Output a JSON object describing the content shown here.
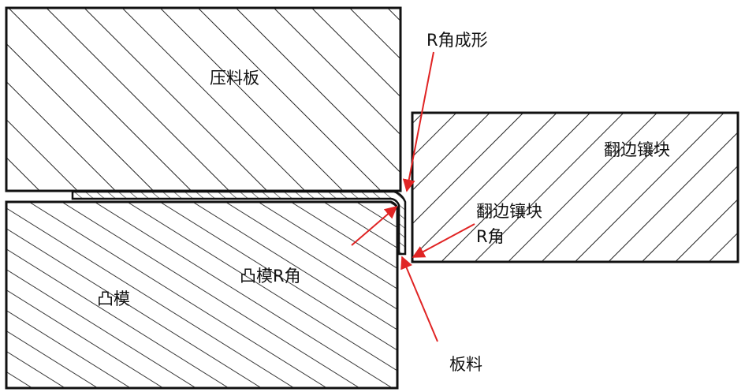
{
  "colors": {
    "outline": "#111111",
    "hatch": "#222222",
    "arrow": "#e02424",
    "background": "#ffffff"
  },
  "labels": {
    "pressure_plate": "压料板",
    "punch": "凸模",
    "punch_r_corner": "凸模R角",
    "flange_insert": "翻边镶块",
    "flange_insert_r_line1": "翻边镶块",
    "flange_insert_r_line2": "R角",
    "r_corner_forming": "R角成形",
    "sheet_metal": "板料"
  }
}
